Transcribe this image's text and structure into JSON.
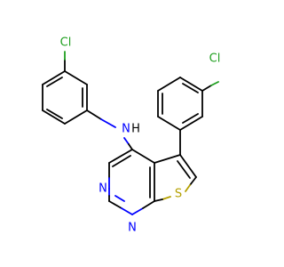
{
  "colors": {
    "background": "#ffffff",
    "bond": "#000000",
    "nitrogen": "#0000ff",
    "sulfur": "#b4a000",
    "chlorine": "#1f9f1f"
  },
  "atoms": {
    "cl_left": "Cl",
    "cl_right": "Cl",
    "nh_n": "N",
    "nh_h": "H",
    "n3": "N",
    "n1": "N",
    "s": "S"
  }
}
